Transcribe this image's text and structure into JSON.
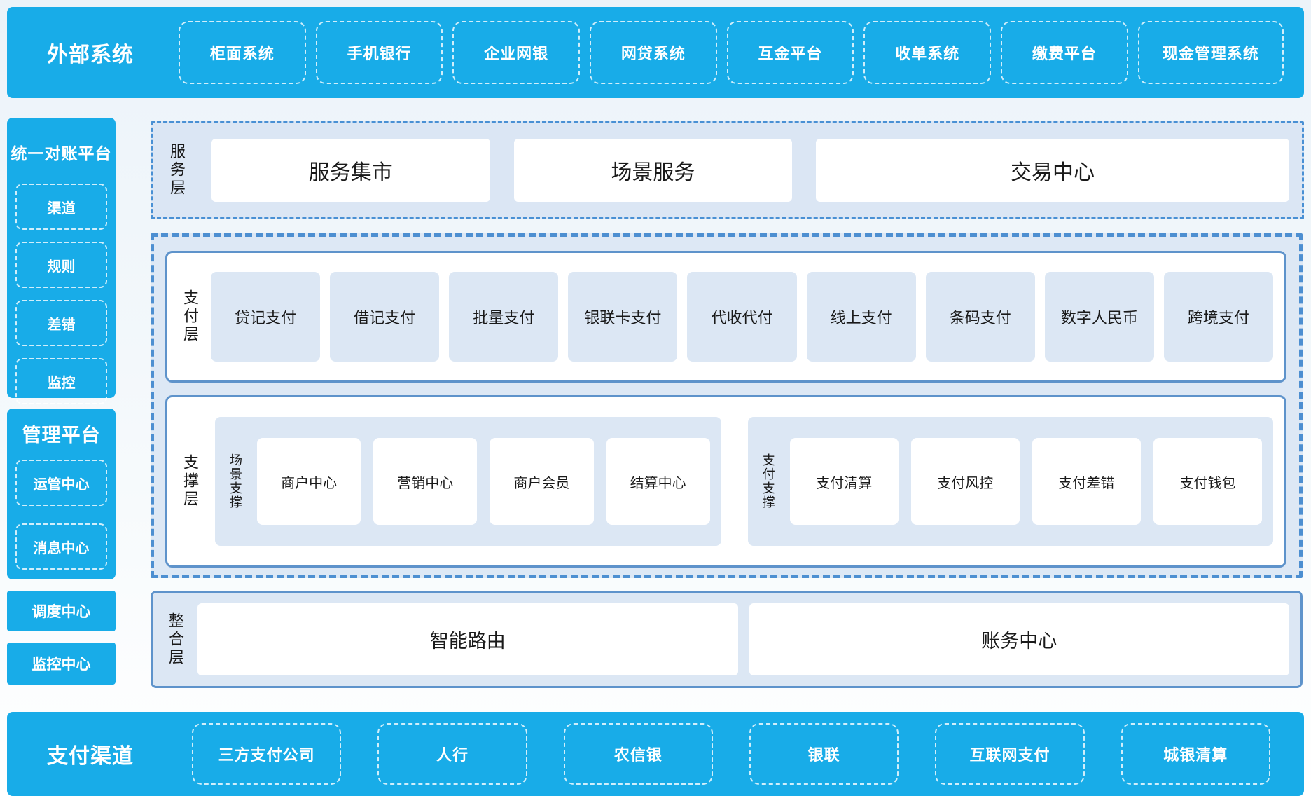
{
  "colors": {
    "accent_blue": "#18ace8",
    "panel_light_blue": "#dce7f4",
    "container_blue_bg": "#dde8f5",
    "border_blue": "#5e93cb",
    "dashed_border_blue": "#4d8fd1",
    "text_dark": "#1a1a1a",
    "text_on_blue": "#ffffff"
  },
  "top_bar": {
    "title": "外部系统",
    "items": [
      "柜面系统",
      "手机银行",
      "企业网银",
      "网贷系统",
      "互金平台",
      "收单系统",
      "缴费平台",
      "现金管理系统"
    ]
  },
  "sidebar": {
    "recon": {
      "title": "统一对账平台",
      "items": [
        "渠道",
        "规则",
        "差错",
        "监控"
      ]
    },
    "mgmt": {
      "title": "管理平台",
      "items": [
        "运管中心",
        "消息中心"
      ]
    },
    "standalone": [
      "调度中心",
      "监控中心"
    ]
  },
  "service_layer": {
    "label": "服务层",
    "items": [
      "服务集市",
      "场景服务",
      "交易中心"
    ]
  },
  "payment_layer": {
    "label": "支付层",
    "items": [
      "贷记支付",
      "借记支付",
      "批量支付",
      "银联卡支付",
      "代收代付",
      "线上支付",
      "条码支付",
      "数字人民币",
      "跨境支付"
    ]
  },
  "support_layer": {
    "label": "支撑层",
    "groups": [
      {
        "label": "场景支撑",
        "items": [
          "商户中心",
          "营销中心",
          "商户会员",
          "结算中心"
        ]
      },
      {
        "label": "支付支撑",
        "items": [
          "支付清算",
          "支付风控",
          "支付差错",
          "支付钱包"
        ]
      }
    ]
  },
  "integration_layer": {
    "label": "整合层",
    "items": [
      "智能路由",
      "账务中心"
    ]
  },
  "bottom_bar": {
    "title": "支付渠道",
    "items": [
      "三方支付公司",
      "人行",
      "农信银",
      "银联",
      "互联网支付",
      "城银清算"
    ]
  }
}
